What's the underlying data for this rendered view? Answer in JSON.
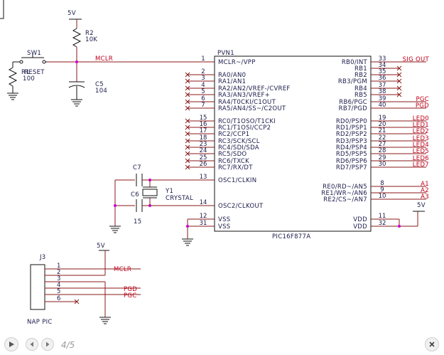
{
  "schematic": {
    "chip": {
      "ref": "PVN1",
      "part": "PIC16F877A",
      "left_pins": [
        {
          "num": "1",
          "name": "MCLR~/VPP"
        },
        {
          "num": "2",
          "name": "RA0/AN0"
        },
        {
          "num": "3",
          "name": "RA1/AN1"
        },
        {
          "num": "4",
          "name": "RA2/AN2/VREF-/CVREF"
        },
        {
          "num": "5",
          "name": "RA3/AN3/VREF+"
        },
        {
          "num": "6",
          "name": "RA4/T0CKI/C1OUT"
        },
        {
          "num": "7",
          "name": "RA5/AN4/SS~/C2OUT"
        },
        {
          "num": "15",
          "name": "RC0/T1OSO/T1CKI"
        },
        {
          "num": "16",
          "name": "RC1/T1OSI/CCP2"
        },
        {
          "num": "17",
          "name": "RC2/CCP1"
        },
        {
          "num": "18",
          "name": "RC3/SCK/SCL"
        },
        {
          "num": "23",
          "name": "RC4/SDI/SDA"
        },
        {
          "num": "24",
          "name": "RC5/SDO"
        },
        {
          "num": "25",
          "name": "RC6/TXCK"
        },
        {
          "num": "26",
          "name": "RC7/RX/DT"
        },
        {
          "num": "13",
          "name": "OSC1/CLKIN"
        },
        {
          "num": "14",
          "name": "OSC2/CLKOUT"
        },
        {
          "num": "12",
          "name": "VSS"
        },
        {
          "num": "31",
          "name": "VSS"
        }
      ],
      "right_pins": [
        {
          "num": "33",
          "name": "RB0/INT",
          "net": "SIG OUT"
        },
        {
          "num": "34",
          "name": "RB1",
          "net": ""
        },
        {
          "num": "35",
          "name": "RB2",
          "net": ""
        },
        {
          "num": "36",
          "name": "RB3/PGM",
          "net": ""
        },
        {
          "num": "37",
          "name": "RB4",
          "net": ""
        },
        {
          "num": "38",
          "name": "RB5",
          "net": ""
        },
        {
          "num": "39",
          "name": "RB6/PGC",
          "net": "PGC"
        },
        {
          "num": "40",
          "name": "RB7/PGD",
          "net": "PGD"
        },
        {
          "num": "19",
          "name": "RD0/PSP0",
          "net": "LED0"
        },
        {
          "num": "20",
          "name": "RD1/PSP1",
          "net": "LED1"
        },
        {
          "num": "21",
          "name": "RD2/PSP2",
          "net": "LED2"
        },
        {
          "num": "22",
          "name": "RD3/PSP3",
          "net": "LED3"
        },
        {
          "num": "27",
          "name": "RD4/PSP4",
          "net": "LED4"
        },
        {
          "num": "28",
          "name": "RD5/PSP5",
          "net": "LED5"
        },
        {
          "num": "29",
          "name": "RD6/PSP6",
          "net": "LED6"
        },
        {
          "num": "30",
          "name": "RD7/PSP7",
          "net": "LED7"
        },
        {
          "num": "8",
          "name": "RE0/RD~/AN5",
          "net": "A1"
        },
        {
          "num": "9",
          "name": "RE1/WR~/AN6",
          "net": "A2"
        },
        {
          "num": "10",
          "name": "RE2/CS~/AN7",
          "net": "A3"
        },
        {
          "num": "11",
          "name": "VDD",
          "net": ""
        },
        {
          "num": "32",
          "name": "VDD",
          "net": ""
        }
      ]
    },
    "parts": {
      "r2_ref": "R2",
      "r2_val": "10K",
      "c5_ref": "C5",
      "c5_val": "104",
      "sw1_ref": "SW1",
      "sw1_name": "RESET",
      "r1_ref": "R1",
      "r1_val": "100",
      "c7_ref": "C7",
      "c6_ref": "C6",
      "c6_val": "15",
      "y1_ref": "Y1",
      "y1_val": "CRYSTAL",
      "j3_ref": "J3",
      "j3_name": "NAP PIC",
      "j3_pins": [
        "1",
        "2",
        "3",
        "4",
        "5",
        "6"
      ]
    },
    "nets": {
      "vcc_top": "5V",
      "vcc_right": "5V",
      "vcc_j3": "5V",
      "mclr": "MCLR",
      "j3_mclr": "MCLR",
      "j3_pgd": "PGD",
      "j3_pgc": "PGC"
    }
  },
  "viewer": {
    "page_indicator": "4/5"
  },
  "colors": {
    "net_label": "#c0001a",
    "wire": "#8b1a1a",
    "text": "#1a1a4a",
    "junction": "#cc00cc"
  }
}
